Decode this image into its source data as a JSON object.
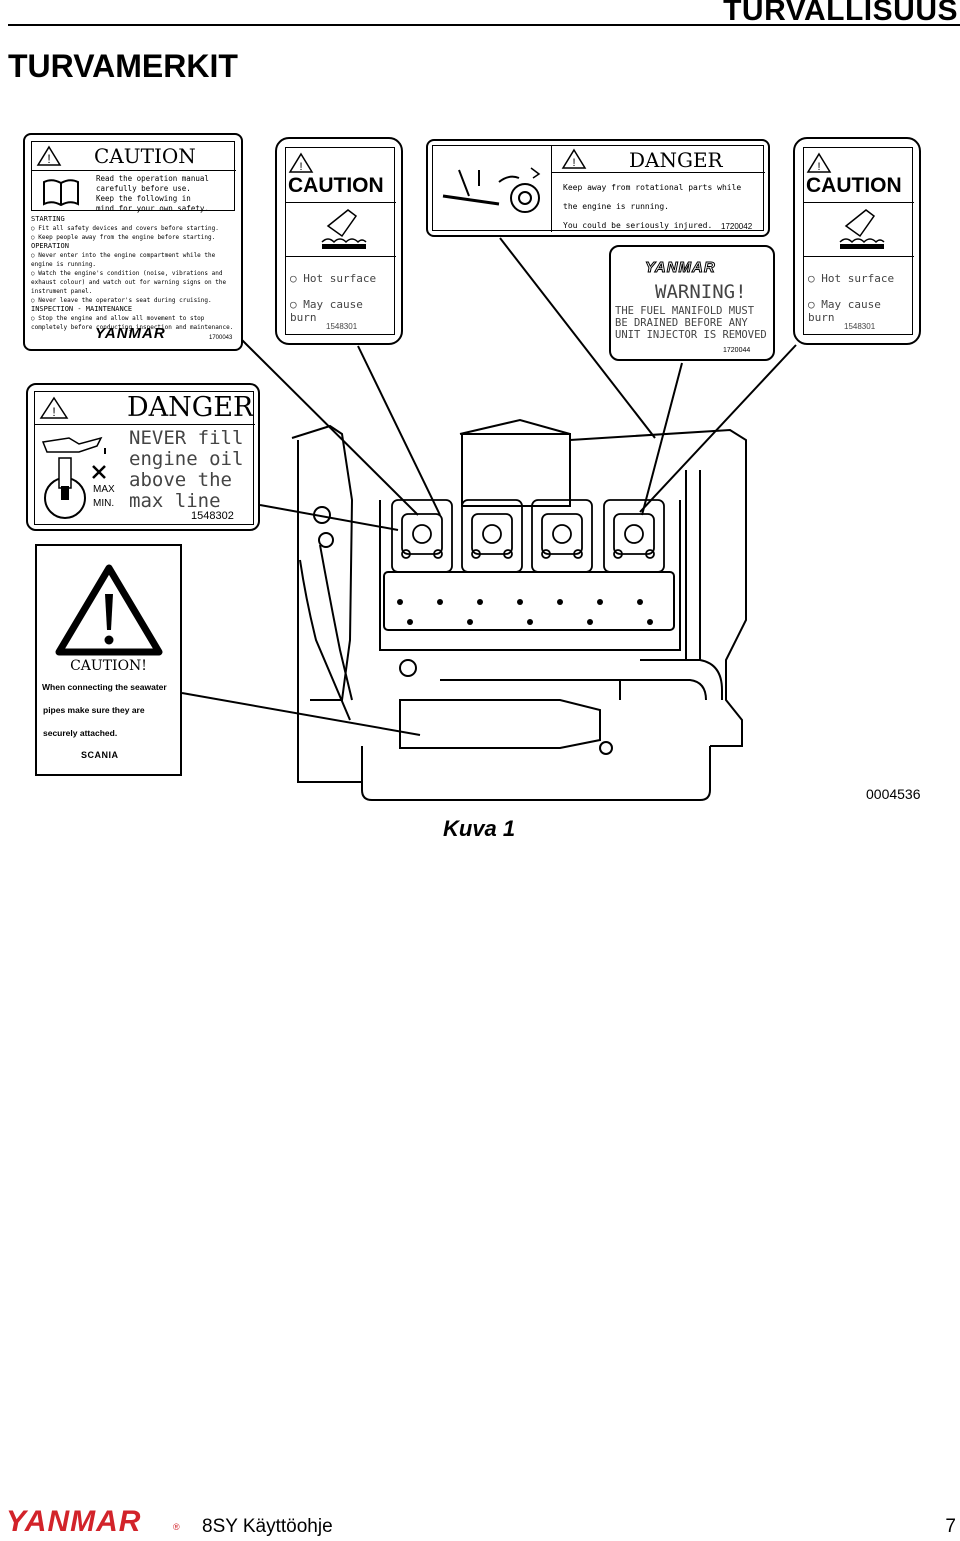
{
  "header": {
    "section": "TURVALLISUUS",
    "title": "TURVAMERKIT"
  },
  "labels": {
    "caution_manual": {
      "heading": "CAUTION",
      "intro": [
        "Read the operation manual",
        "carefully before use.",
        "Keep the following in",
        "mind for your own safety."
      ],
      "s1": "STARTING",
      "s1_items": [
        "Fit all safety devices and covers before starting.",
        "Keep people away from the engine before starting."
      ],
      "s2": "OPERATION",
      "s2_items": [
        "Never enter into the engine compartment while the engine is running.",
        "Watch the engine's condition (noise, vibrations and exhaust colour) and watch out for warning signs on the instrument panel.",
        "Never leave the operator's seat during cruising."
      ],
      "s3": "INSPECTION - MAINTENANCE",
      "s3_items": [
        "Stop the engine and allow all movement to stop completely before conducting inspection and maintenance."
      ],
      "brand": "YANMAR",
      "code": "1700043"
    },
    "caution_hot_left": {
      "heading": "CAUTION",
      "line1": "Hot surface",
      "line2": "May cause burn",
      "code": "1548301"
    },
    "danger_rotational": {
      "heading": "DANGER",
      "line1": "Keep away from rotational parts while",
      "line2": "the engine is running.",
      "line3": "You could be seriously injured.",
      "code": "1720042"
    },
    "warning_manifold": {
      "brand": "YANMAR",
      "heading": "WARNING!",
      "line1": "THE FUEL MANIFOLD MUST",
      "line2": "BE DRAINED BEFORE ANY",
      "line3": "UNIT INJECTOR IS REMOVED",
      "code": "1720044"
    },
    "caution_hot_right": {
      "heading": "CAUTION",
      "line1": "Hot surface",
      "line2": "May cause burn",
      "code": "1548301"
    },
    "danger_oil": {
      "heading": "DANGER",
      "max": "MAX",
      "min": "MIN.",
      "line1": "NEVER fill",
      "line2": "engine oil",
      "line3": "above the",
      "line4": "max line",
      "code": "1548302"
    },
    "caution_seawater": {
      "heading": "CAUTION!",
      "line1": "When connecting the seawater",
      "line2": "pipes make sure they are",
      "line3": "securely attached.",
      "brand": "SCANIA"
    }
  },
  "figure": {
    "ref": "0004536",
    "caption": "Kuva 1"
  },
  "footer": {
    "brand": "YANMAR",
    "doc": "8SY Käyttöohje",
    "page": "7"
  },
  "colors": {
    "brand_red": "#d2232a"
  }
}
